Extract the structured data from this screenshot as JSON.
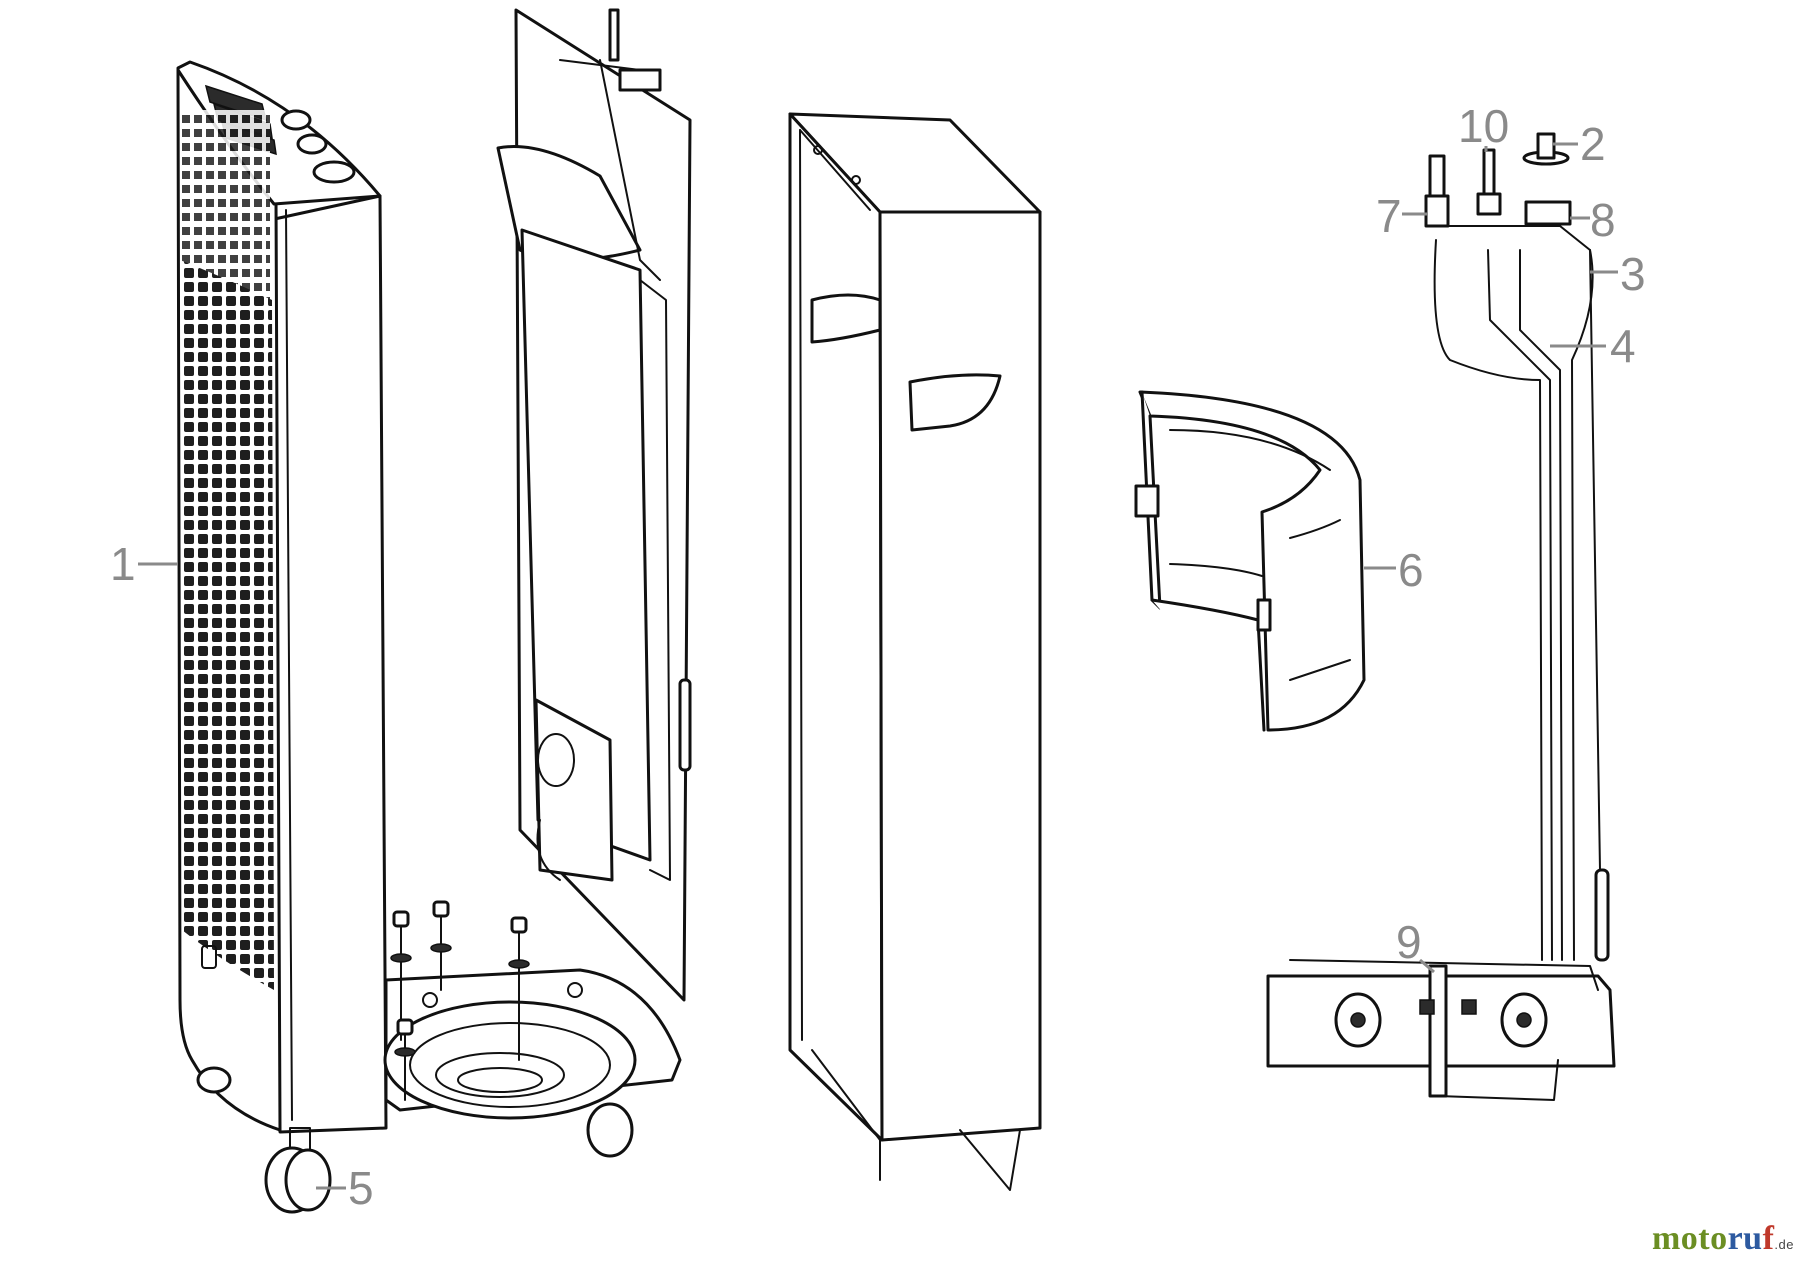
{
  "diagram": {
    "callouts": [
      "1",
      "2",
      "3",
      "4",
      "5",
      "6",
      "7",
      "8",
      "9",
      "10"
    ]
  },
  "watermark": {
    "part_a": "moto",
    "part_b": "ru",
    "part_c": "f",
    "tld": ".de"
  }
}
